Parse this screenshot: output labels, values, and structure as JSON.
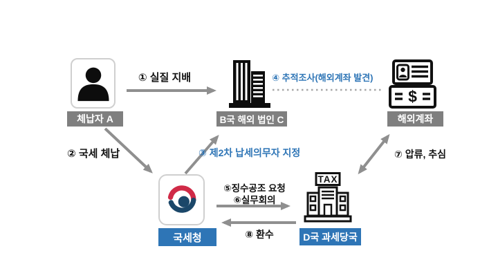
{
  "diagram": {
    "nodes": {
      "debtor": {
        "label": "체납자 A",
        "icon": "person-icon",
        "label_bg": "#7f7f7f"
      },
      "foreign_corp": {
        "label": "B국 해외 법인 C",
        "icon": "corp-building-icon",
        "label_bg": "#7f7f7f"
      },
      "overseas_account": {
        "label": "해외계좌",
        "icon": "bankbook-icon",
        "icon_symbol": "$",
        "label_bg": "#7f7f7f"
      },
      "tax_service": {
        "label": "국세청",
        "icon": "korea-government-emblem-icon",
        "label_bg": "#2e75b6"
      },
      "foreign_tax_authority": {
        "label": "D국 과세당국",
        "icon": "tax-office-icon",
        "sign_text": "TAX",
        "label_bg": "#2e75b6"
      }
    },
    "edges": [
      {
        "id": "1",
        "label": "① 실질 지배",
        "from": "debtor",
        "to": "foreign_corp",
        "line": "solid-arrow",
        "label_color": "#000000"
      },
      {
        "id": "2",
        "label": "② 국세 체납",
        "from": "debtor",
        "to": "tax_service",
        "line": "solid-arrow",
        "label_color": "#000000"
      },
      {
        "id": "3",
        "label": "③ 제2차 납세의무자 지정",
        "from": "tax_service",
        "to": "foreign_corp",
        "line": "solid-arrow",
        "label_color": "#2e75b6"
      },
      {
        "id": "4",
        "label": "④ 추적조사(해외계좌 발견)",
        "from": "foreign_corp",
        "to": "overseas_account",
        "line": "dotted",
        "label_color": "#2e75b6"
      },
      {
        "id": "5",
        "label": "⑤징수공조 요청",
        "from": "tax_service",
        "to": "foreign_tax_authority",
        "line": "solid-arrow",
        "label_color": "#000000"
      },
      {
        "id": "6",
        "label": "⑥실무회의",
        "from": "tax_service",
        "to": "foreign_tax_authority",
        "line": "solid-arrow",
        "label_color": "#000000"
      },
      {
        "id": "7",
        "label": "⑦ 압류, 추심",
        "from": "overseas_account",
        "to": "foreign_tax_authority",
        "line": "double-arrow",
        "label_color": "#000000"
      },
      {
        "id": "8",
        "label": "⑧ 환수",
        "from": "foreign_tax_authority",
        "to": "tax_service",
        "line": "solid-arrow",
        "label_color": "#000000"
      }
    ],
    "colors": {
      "arrow": "#8f8f8f",
      "dotted_line": "#a6a6a6",
      "gray_label_bg": "#7f7f7f",
      "blue_label_bg": "#2e75b6",
      "blue_text": "#2e75b6",
      "emblem_red": "#d02a47",
      "emblem_navy": "#1b4769",
      "background": "#ffffff"
    }
  }
}
